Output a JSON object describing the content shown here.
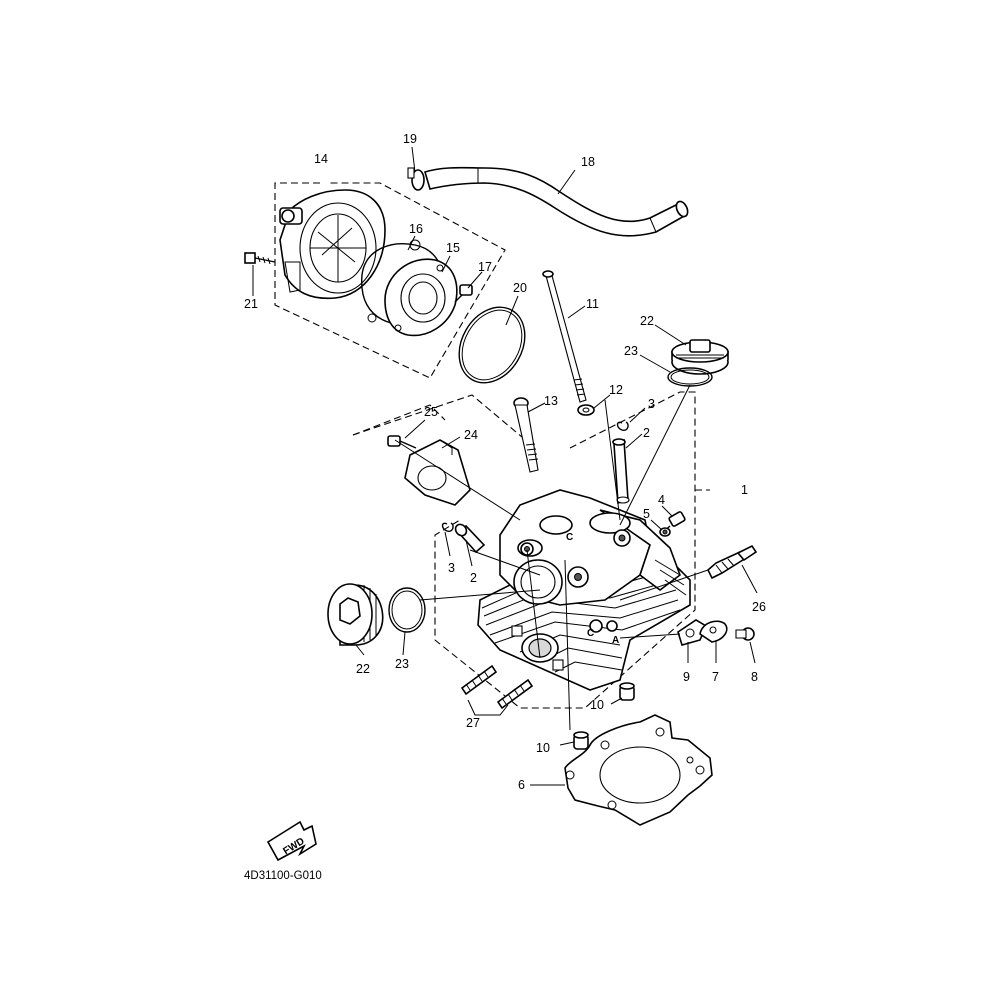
{
  "diagram": {
    "code": "4D31100-G010",
    "fwd_label": "FWD",
    "callouts": [
      {
        "id": "c1",
        "text": "1"
      },
      {
        "id": "c2a",
        "text": "2"
      },
      {
        "id": "c2b",
        "text": "2"
      },
      {
        "id": "c3a",
        "text": "3"
      },
      {
        "id": "c3b",
        "text": "3"
      },
      {
        "id": "c4",
        "text": "4"
      },
      {
        "id": "c5",
        "text": "5"
      },
      {
        "id": "c6",
        "text": "6"
      },
      {
        "id": "c7",
        "text": "7"
      },
      {
        "id": "c8",
        "text": "8"
      },
      {
        "id": "c9",
        "text": "9"
      },
      {
        "id": "c10a",
        "text": "10"
      },
      {
        "id": "c10b",
        "text": "10"
      },
      {
        "id": "c11",
        "text": "11"
      },
      {
        "id": "c12",
        "text": "12"
      },
      {
        "id": "c13",
        "text": "13"
      },
      {
        "id": "c14",
        "text": "14"
      },
      {
        "id": "c15",
        "text": "15"
      },
      {
        "id": "c16",
        "text": "16"
      },
      {
        "id": "c17",
        "text": "17"
      },
      {
        "id": "c18",
        "text": "18"
      },
      {
        "id": "c19",
        "text": "19"
      },
      {
        "id": "c20",
        "text": "20"
      },
      {
        "id": "c21",
        "text": "21"
      },
      {
        "id": "c22a",
        "text": "22"
      },
      {
        "id": "c22b",
        "text": "22"
      },
      {
        "id": "c23a",
        "text": "23"
      },
      {
        "id": "c23b",
        "text": "23"
      },
      {
        "id": "c24",
        "text": "24"
      },
      {
        "id": "c25",
        "text": "25"
      },
      {
        "id": "c26",
        "text": "26"
      },
      {
        "id": "c27",
        "text": "27"
      }
    ]
  }
}
